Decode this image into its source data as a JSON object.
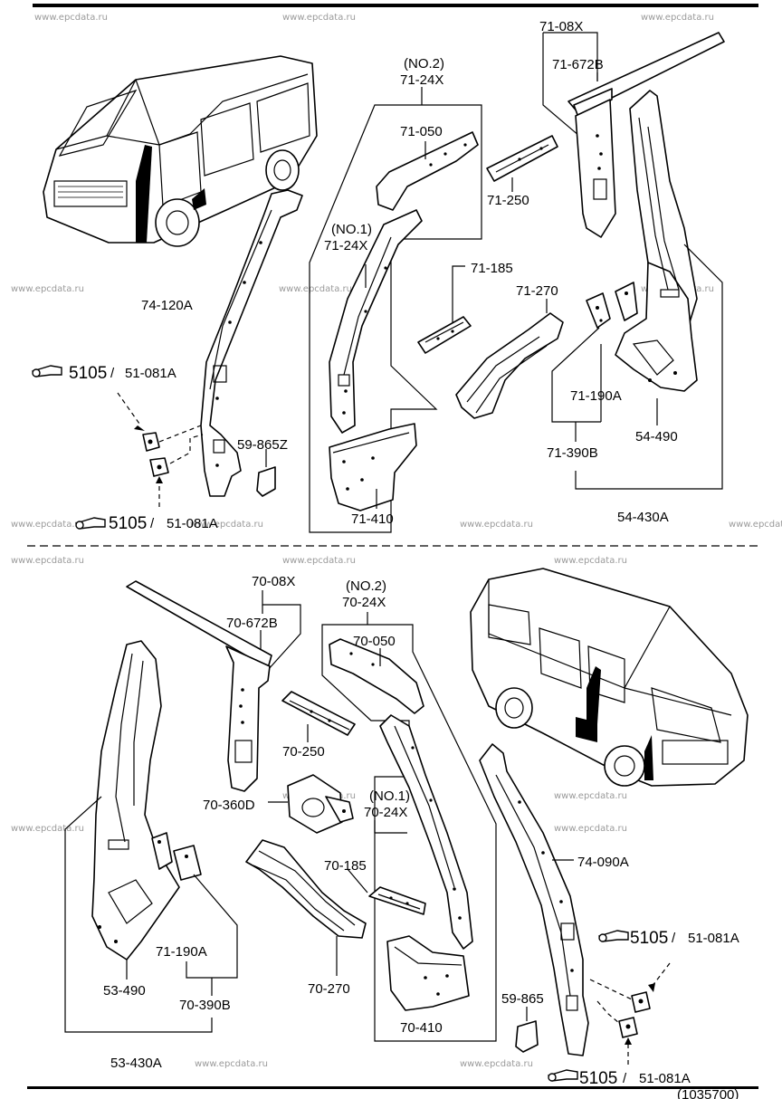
{
  "watermark": "www.epcdata.ru",
  "top": {
    "labels": {
      "a71_08x": "71-08X",
      "a71_672b": "71-672B",
      "no2": "(NO.2)",
      "a71_24x_no2": "71-24X",
      "a71_050": "71-050",
      "a71_250": "71-250",
      "no1": "(NO.1)",
      "a71_24x_no1": "71-24X",
      "a71_185": "71-185",
      "a71_270": "71-270",
      "a74_120a": "74-120A",
      "a71_190a": "71-190A",
      "a54_490": "54-490",
      "a71_390b": "71-390B",
      "a59_865z": "59-865Z",
      "a71_410": "71-410",
      "a54_430a": "54-430A",
      "ref1_num": "5105",
      "ref1_sub": "51-081A",
      "ref2_num": "5105",
      "ref2_sub": "51-081A"
    }
  },
  "bottom": {
    "labels": {
      "a70_08x": "70-08X",
      "a70_672b": "70-672B",
      "no2": "(NO.2)",
      "a70_24x_no2": "70-24X",
      "a70_050": "70-050",
      "a70_250": "70-250",
      "a70_360d": "70-360D",
      "no1": "(NO.1)",
      "a70_24x_no1": "70-24X",
      "a70_185": "70-185",
      "a74_090a": "74-090A",
      "a71_190a": "71-190A",
      "a53_490": "53-490",
      "a70_390b": "70-390B",
      "a70_270": "70-270",
      "a59_865": "59-865",
      "a70_410": "70-410",
      "a53_430a": "53-430A",
      "ref1_num": "5105",
      "ref1_sub": "51-081A",
      "ref2_num": "5105",
      "ref2_sub": "51-081A"
    }
  },
  "footer_code": "(1035700)",
  "icons": {
    "reference": "pointing-hand-icon"
  }
}
